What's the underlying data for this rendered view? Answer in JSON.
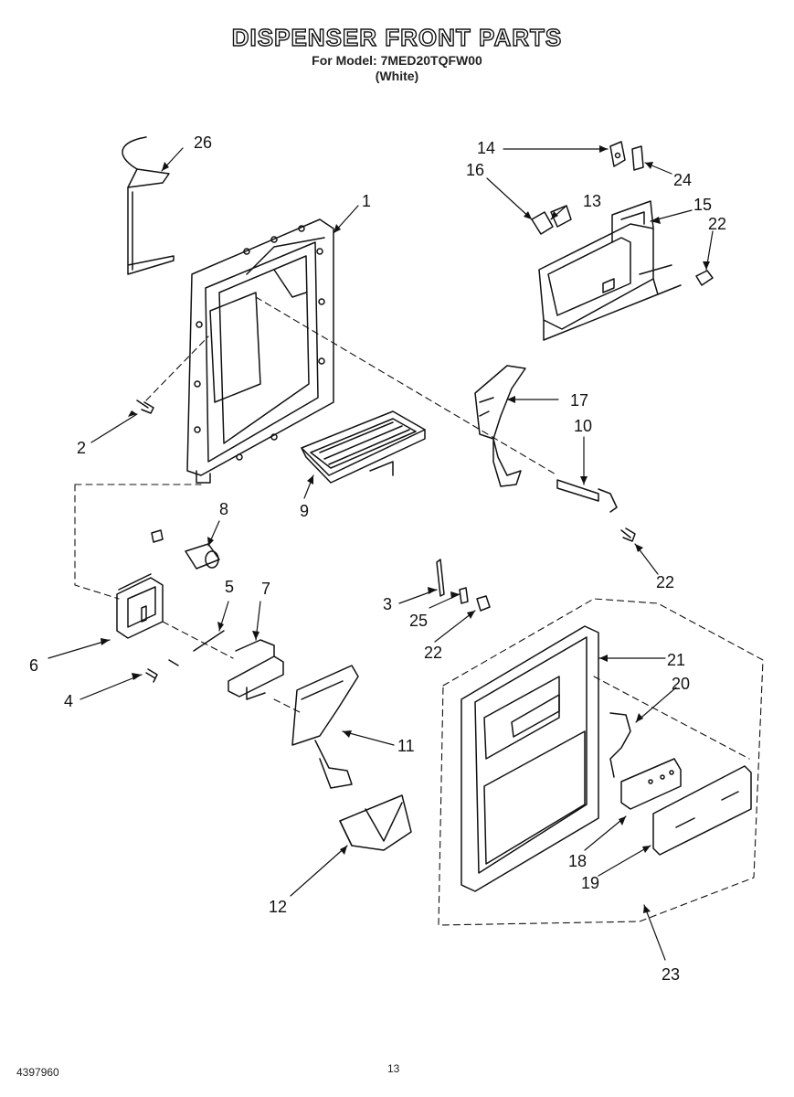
{
  "header": {
    "title": "DISPENSER FRONT PARTS",
    "model_line": "For Model: 7MED20TQFW00",
    "color_line": "(White)"
  },
  "footer": {
    "doc_number": "4397960",
    "page_number": "13"
  },
  "callouts": [
    "26",
    "1",
    "14",
    "16",
    "13",
    "24",
    "15",
    "22",
    "17",
    "10",
    "2",
    "9",
    "8",
    "22",
    "3",
    "25",
    "22",
    "5",
    "7",
    "6",
    "4",
    "21",
    "20",
    "11",
    "18",
    "19",
    "12",
    "23"
  ]
}
